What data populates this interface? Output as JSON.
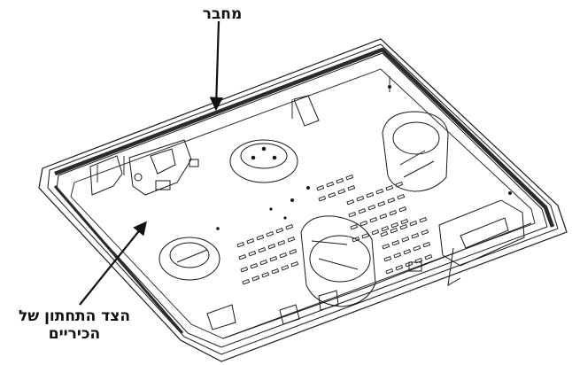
{
  "labels": {
    "connector": "מחבר",
    "underside_line1": "הצד התחתון של",
    "underside_line2": "הכיריים"
  },
  "colors": {
    "line": "#1a1a1a",
    "gasket": "#2b2b2b",
    "background": "#ffffff"
  }
}
